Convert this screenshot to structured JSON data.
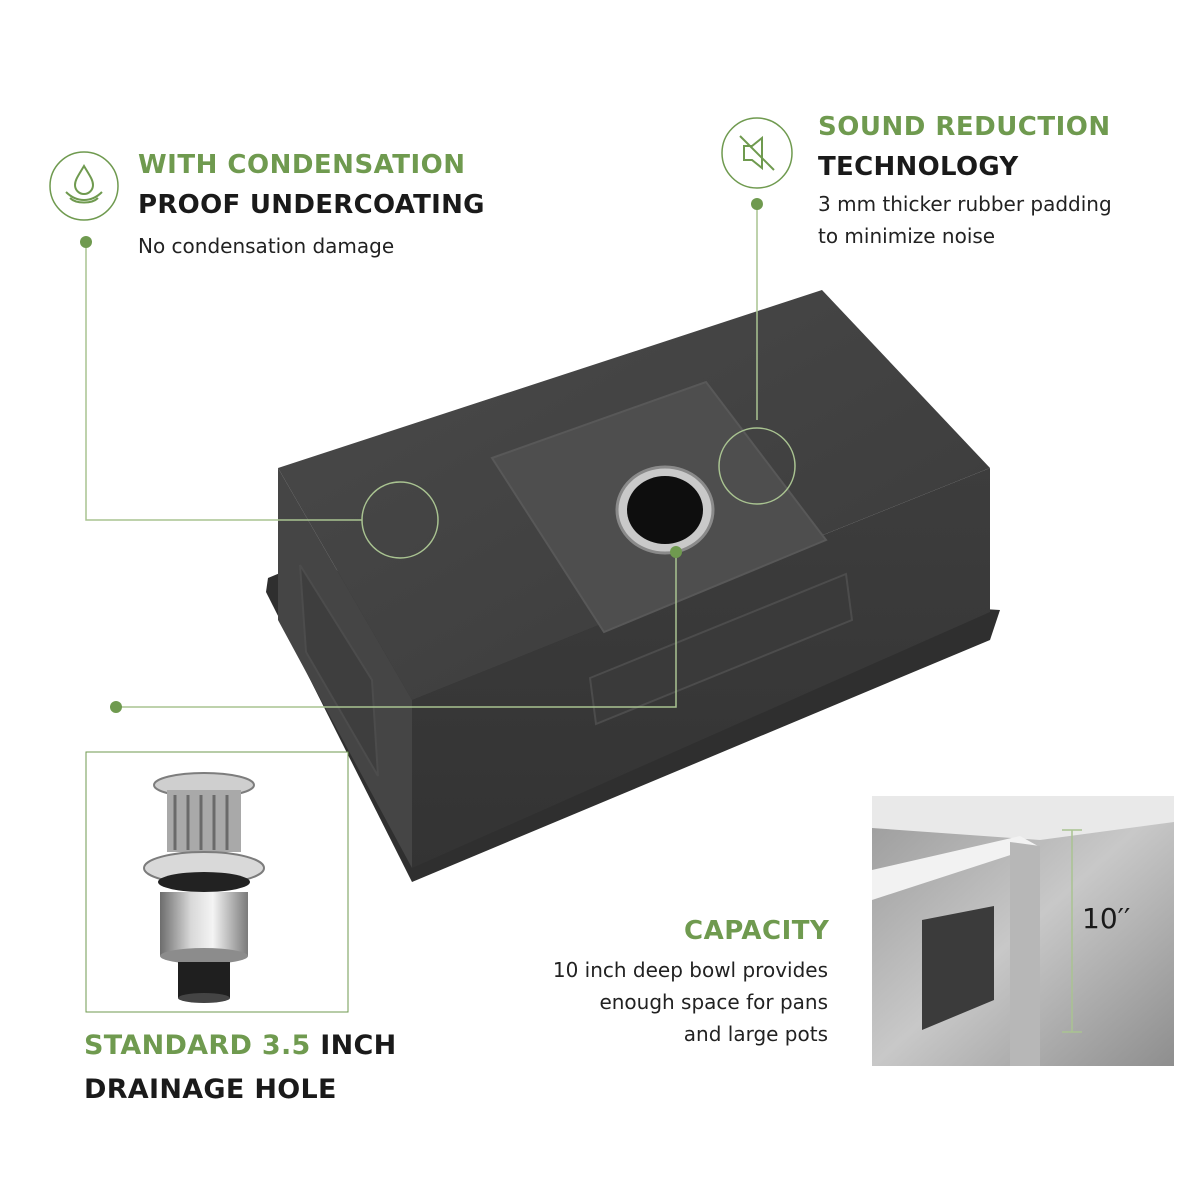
{
  "condensation": {
    "heading_green": "WITH CONDENSATION",
    "heading_dark": "PROOF UNDERCOATING",
    "description": "No condensation damage",
    "icon": "water-drop-hands-icon"
  },
  "sound": {
    "heading_green": "SOUND REDUCTION",
    "heading_dark": "TECHNOLOGY",
    "description_line1": "3 mm thicker rubber padding",
    "description_line2": "to minimize noise",
    "icon": "speaker-mute-icon"
  },
  "drain": {
    "heading_green": "STANDARD 3.5",
    "heading_dark_inline": " INCH",
    "heading_dark_line2": "DRAINAGE HOLE"
  },
  "capacity": {
    "heading_green": "CAPACITY",
    "description_line1": "10 inch deep bowl provides",
    "description_line2": "enough space for pans",
    "description_line3": "and large pots",
    "depth_label": "10′′"
  },
  "colors": {
    "accent_green": "#6f9a4f",
    "sink_dark": "#3b3b3b"
  }
}
